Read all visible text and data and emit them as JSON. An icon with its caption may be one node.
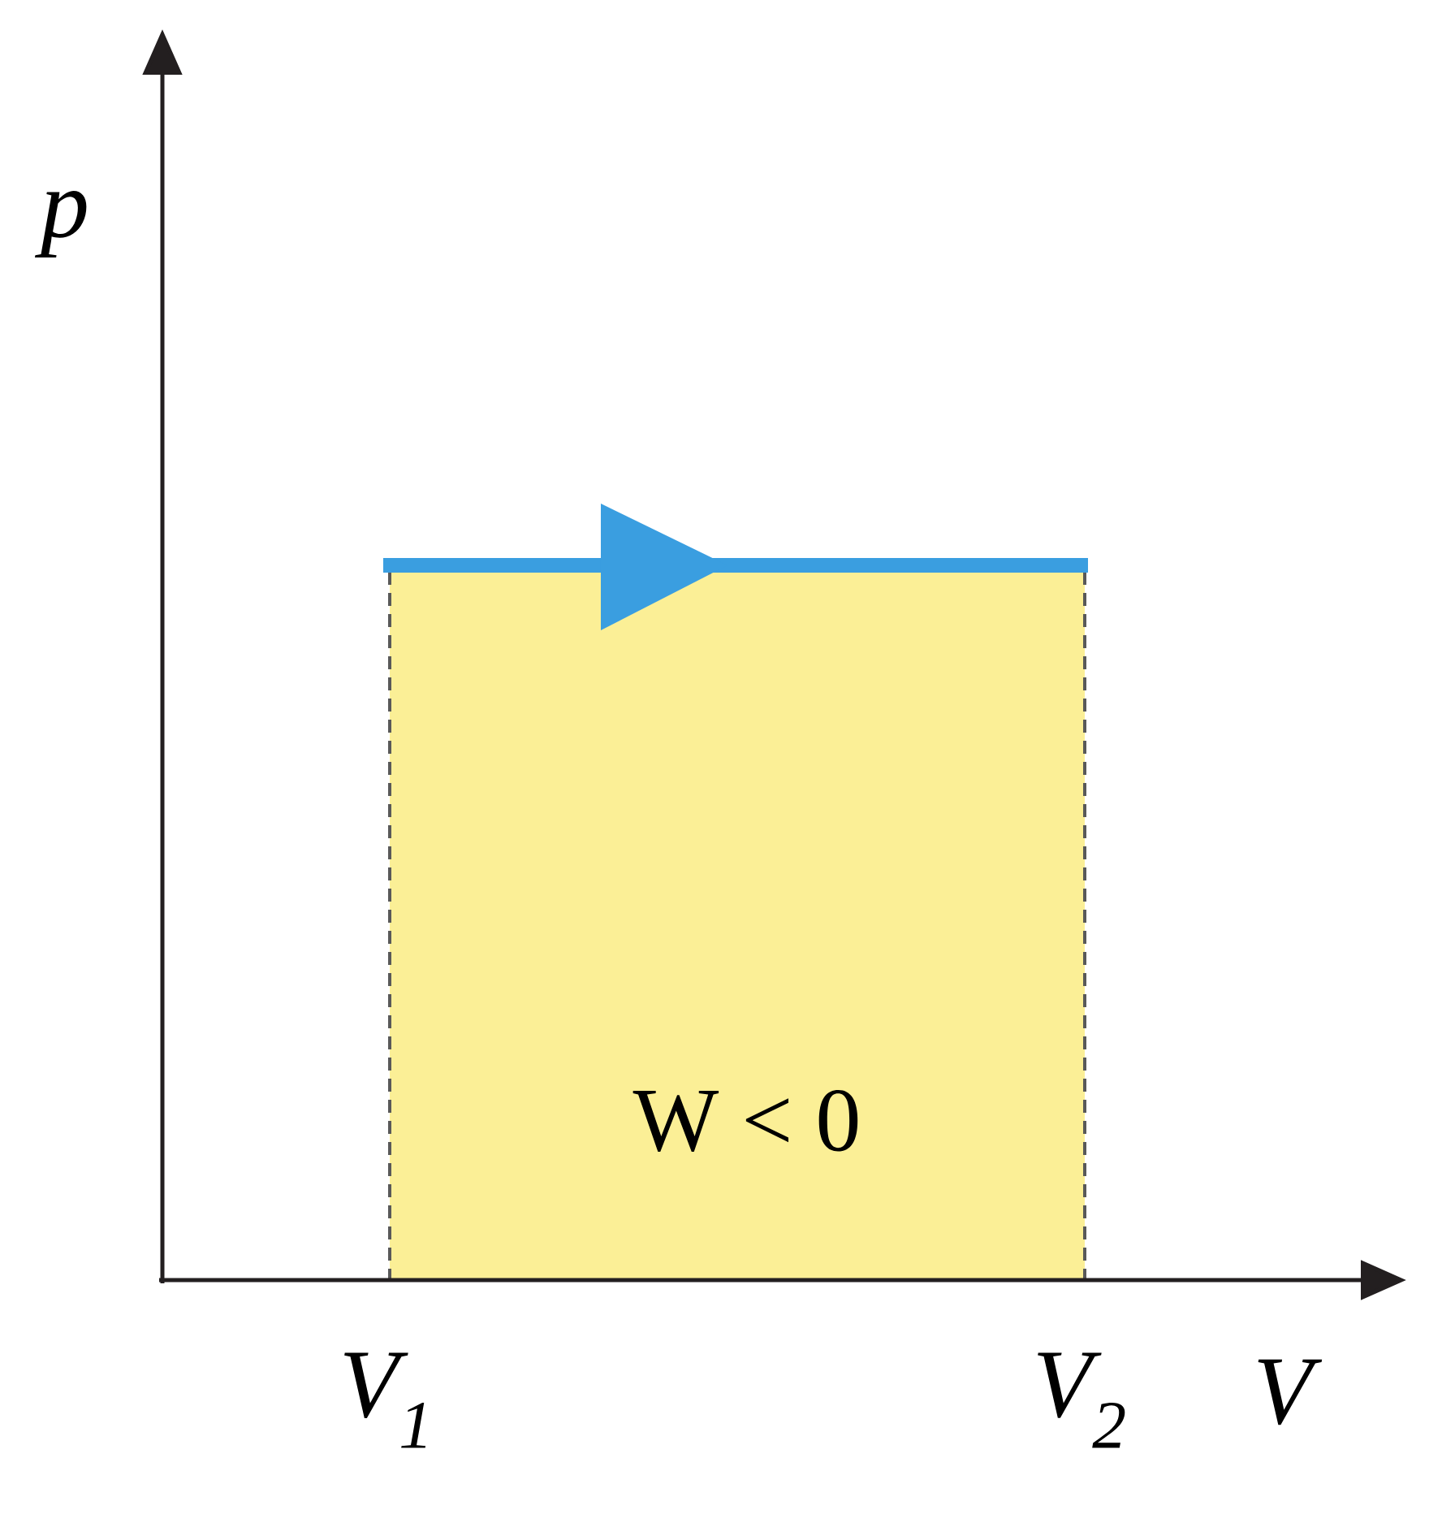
{
  "diagram": {
    "nodes": [
      {
        "text": [
          "W < 0"
        ]
      }
    ],
    "labels": [
      "p",
      "V$_{1}$",
      "V$_{2}$",
      "V"
    ]
  }
}
